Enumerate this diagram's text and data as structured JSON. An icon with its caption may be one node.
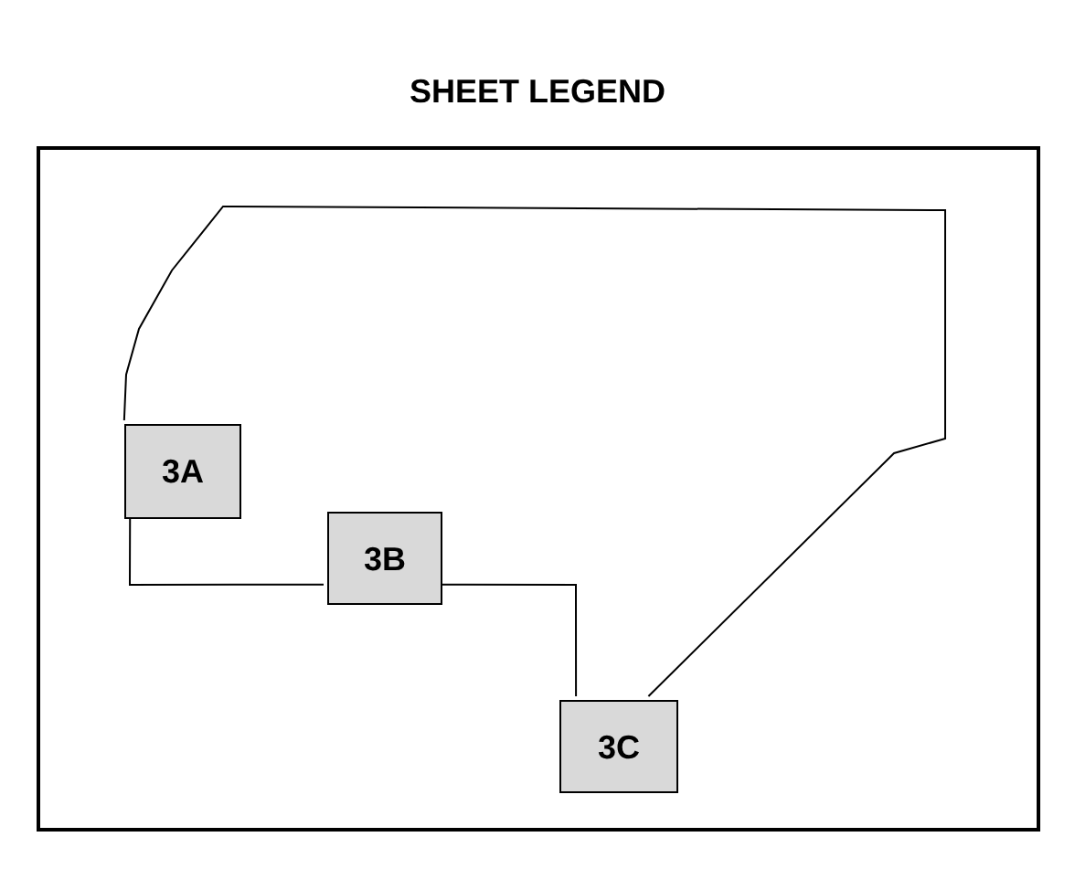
{
  "diagram": {
    "title": "SHEET LEGEND",
    "nodes": [
      {
        "text": [],
        "shape": "box"
      },
      {
        "text": [
          "3A"
        ],
        "in": 0
      },
      {
        "text": [
          "3B"
        ],
        "in": 0
      },
      {
        "text": [
          "3C"
        ],
        "in": 0
      }
    ],
    "edges": [
      {
        "from": 1,
        "to": 3,
        "arrow": "none"
      },
      {
        "from": 1,
        "to": 2,
        "arrow": "none"
      },
      {
        "from": 2,
        "to": 3,
        "arrow": "none"
      }
    ]
  }
}
